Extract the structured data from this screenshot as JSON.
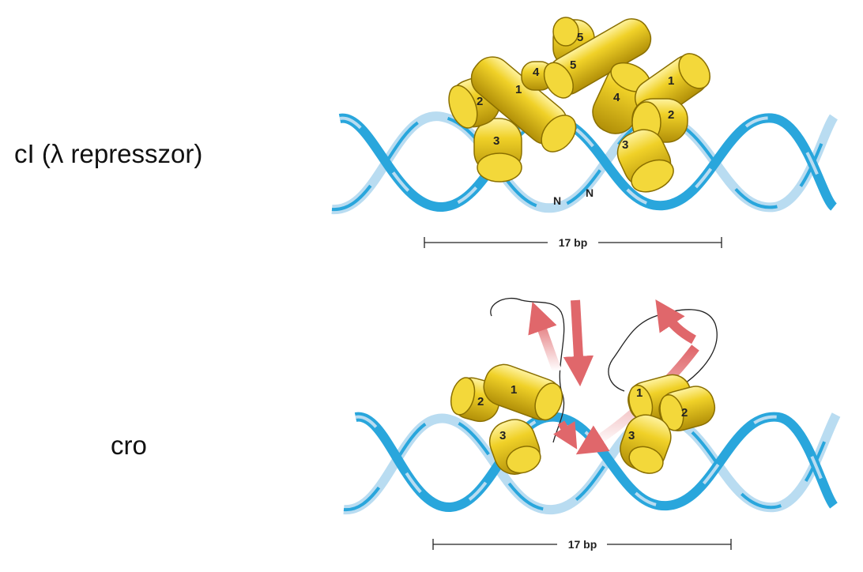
{
  "panels": [
    {
      "label": "cI (λ represszor)",
      "helix_numbers_left": [
        "1",
        "2",
        "3",
        "4",
        "5"
      ],
      "helix_numbers_right": [
        "1",
        "2",
        "3",
        "4",
        "5"
      ],
      "terminal_labels": [
        "N",
        "N"
      ],
      "scale_label": "17 bp"
    },
    {
      "label": "cro",
      "helix_numbers_left": [
        "1",
        "2",
        "3"
      ],
      "helix_numbers_right": [
        "1",
        "2",
        "3"
      ],
      "scale_label": "17 bp"
    }
  ],
  "colors": {
    "dna_dark": "#29a6dc",
    "dna_light": "#b9dcf1",
    "helix_fill": "#e8c619",
    "helix_dark": "#b18f08",
    "strand_arrow": "#e0676b"
  }
}
